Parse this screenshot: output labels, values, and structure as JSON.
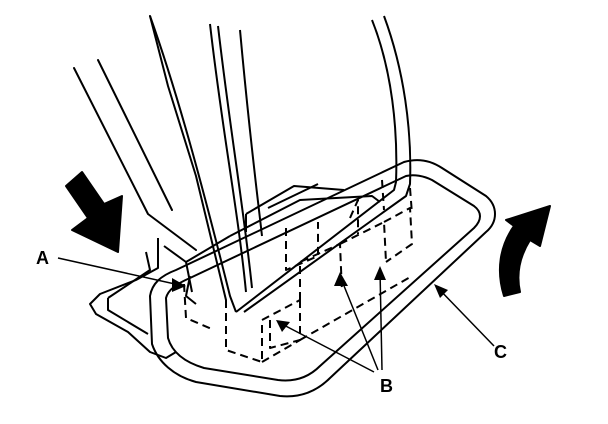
{
  "callouts": {
    "a": "A",
    "b": "B",
    "c": "C"
  },
  "colors": {
    "line": "#000000",
    "background": "#ffffff"
  },
  "icons": {
    "press_arrow": "press-down-arrow-icon",
    "lift_arrow": "lift-curved-arrow-icon"
  }
}
